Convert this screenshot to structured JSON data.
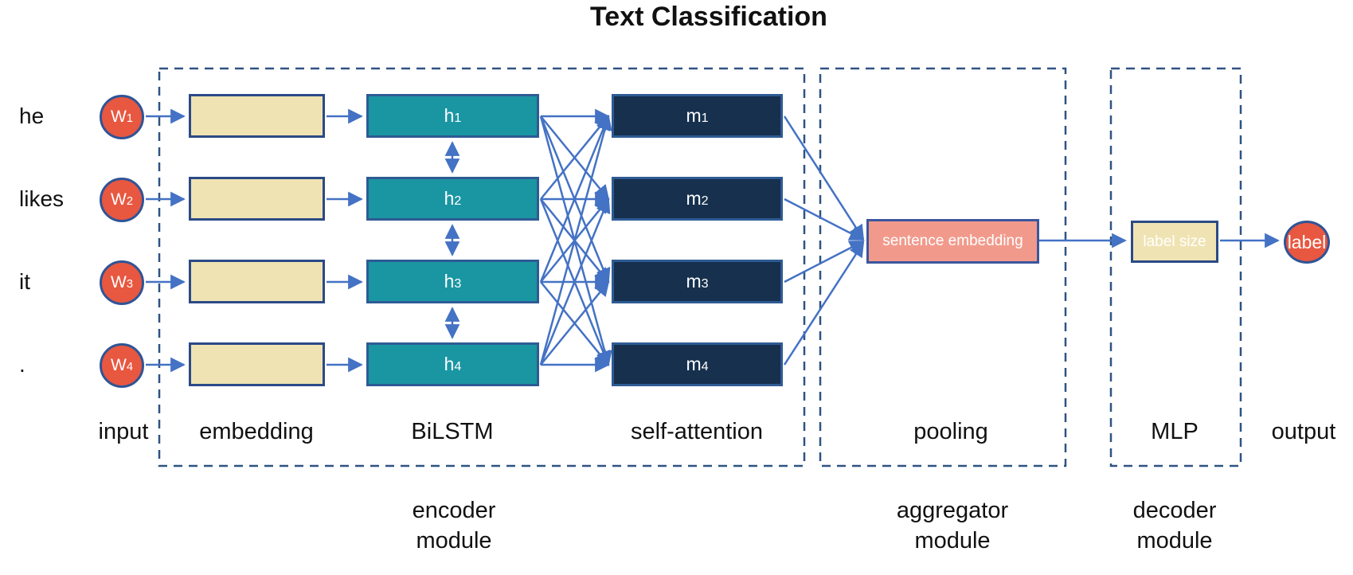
{
  "title": "Text Classification",
  "rows": [
    {
      "word": "he",
      "w_base": "W",
      "w_sub": "1",
      "h_base": "h",
      "h_sub": "1",
      "m_base": "m",
      "m_sub": "1"
    },
    {
      "word": "likes",
      "w_base": "W",
      "w_sub": "2",
      "h_base": "h",
      "h_sub": "2",
      "m_base": "m",
      "m_sub": "2"
    },
    {
      "word": "it",
      "w_base": "W",
      "w_sub": "3",
      "h_base": "h",
      "h_sub": "3",
      "m_base": "m",
      "m_sub": "3"
    },
    {
      "word": ".",
      "w_base": "W",
      "w_sub": "4",
      "h_base": "h",
      "h_sub": "4",
      "m_base": "m",
      "m_sub": "4"
    }
  ],
  "pooling_box": {
    "label": "sentence embedding"
  },
  "mlp_box": {
    "label": "label size"
  },
  "output_node": {
    "label": "label"
  },
  "column_labels": {
    "input": "input",
    "embedding": "embedding",
    "bilstm": "BiLSTM",
    "self_attention": "self-attention",
    "pooling": "pooling",
    "mlp": "MLP",
    "output": "output"
  },
  "modules": {
    "encoder": {
      "line1": "encoder",
      "line2": "module"
    },
    "aggregator": {
      "line1": "aggregator",
      "line2": "module"
    },
    "decoder": {
      "line1": "decoder",
      "line2": "module"
    }
  },
  "colors": {
    "node_red": "#E85740",
    "node_red_border": "#2F5496",
    "beige": "#F0E3B3",
    "beige_border": "#2B4A86",
    "teal": "#1A96A3",
    "navy": "#16304E",
    "box_border": "#2E5B94",
    "salmon": "#F19A8C",
    "salmon_border": "#3A569E",
    "arrow": "#4472C4",
    "dashed": "#2F5383",
    "text_black": "#111111",
    "text_white": "#FFFFFF"
  }
}
